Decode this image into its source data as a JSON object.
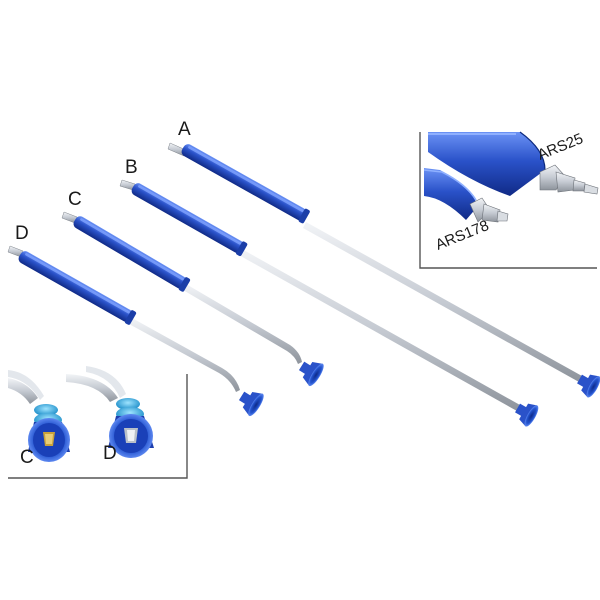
{
  "lances": [
    {
      "id": "A",
      "label": "A"
    },
    {
      "id": "B",
      "label": "B"
    },
    {
      "id": "C",
      "label": "C"
    },
    {
      "id": "D",
      "label": "D"
    }
  ],
  "inset_connectors": {
    "upper_label": "ARS25",
    "lower_label": "ARS178"
  },
  "inset_nozzles": {
    "left_label": "C",
    "right_label": "D"
  },
  "colors": {
    "handle_blue": "#2a52c9",
    "handle_dark": "#14349a",
    "handle_light": "#5b84f0",
    "tube_silver": "#c9ced6",
    "frame": "#555555"
  }
}
